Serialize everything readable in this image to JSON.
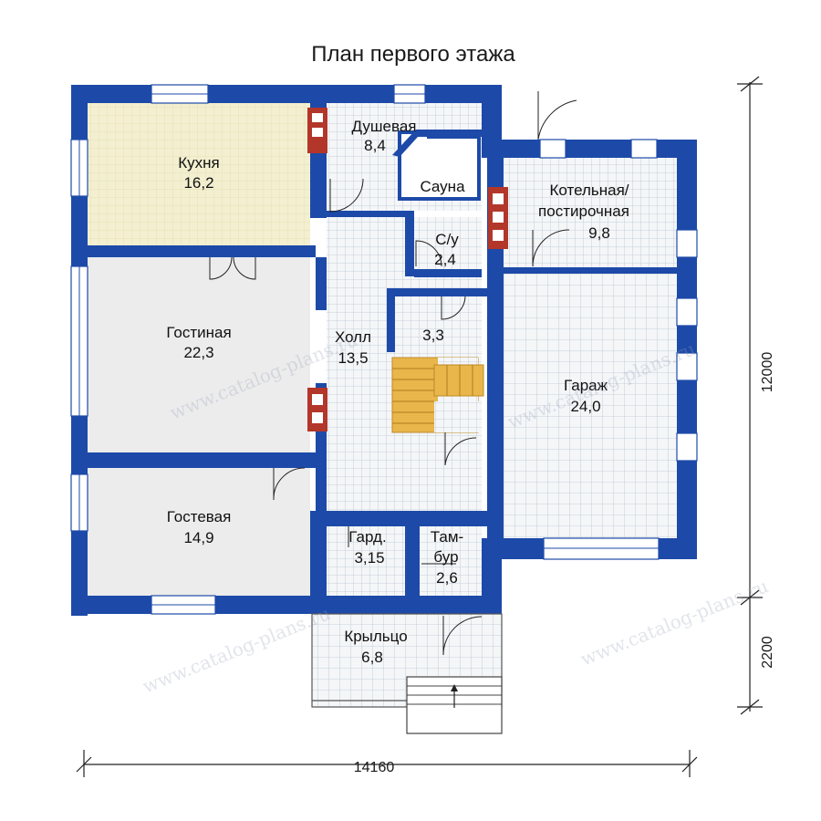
{
  "title": "План первого этажа",
  "rooms": {
    "kitchen": {
      "name": "Кухня",
      "area": "16,2"
    },
    "shower": {
      "name": "Душевая",
      "area": "8,4"
    },
    "sauna": {
      "name": "Сауна"
    },
    "boiler": {
      "name_line1": "Котельная/",
      "name_line2": "постирочная",
      "area": "9,8"
    },
    "wc": {
      "name": "С/у",
      "area": "2,4"
    },
    "stair": {
      "area": "3,3"
    },
    "living": {
      "name": "Гостиная",
      "area": "22,3"
    },
    "hall": {
      "name": "Холл",
      "area": "13,5"
    },
    "garage": {
      "name": "Гараж",
      "area": "24,0"
    },
    "guest": {
      "name": "Гостевая",
      "area": "14,9"
    },
    "wardrobe": {
      "name": "Гард.",
      "area": "3,15"
    },
    "vestibule": {
      "name_line1": "Там-",
      "name_line2": "бур",
      "area": "2,6"
    },
    "porch": {
      "name": "Крыльцо",
      "area": "6,8"
    }
  },
  "dimensions": {
    "width": "14160",
    "height_main": "12000",
    "height_porch": "2200"
  },
  "watermark": "www.catalog-plans.ru",
  "colors": {
    "wall": "#1d4aa8",
    "kitchen_fill": "#f3efd0",
    "room_fill": "#ececec",
    "tile_fill": "#f4f6f8",
    "tile_line": "#b9c6d2",
    "stair_fill": "#e8b64a",
    "chimney": "#b3362a"
  }
}
